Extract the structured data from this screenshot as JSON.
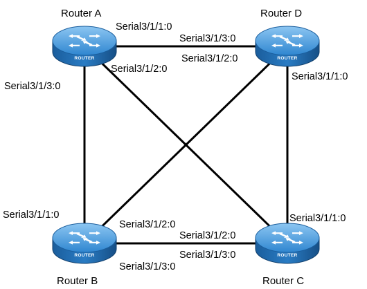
{
  "routers": [
    {
      "id": "a",
      "name": "Router A",
      "icon": "router-icon",
      "badge": "ROUTER"
    },
    {
      "id": "b",
      "name": "Router B",
      "icon": "router-icon",
      "badge": "ROUTER"
    },
    {
      "id": "c",
      "name": "Router C",
      "icon": "router-icon",
      "badge": "ROUTER"
    },
    {
      "id": "d",
      "name": "Router D",
      "icon": "router-icon",
      "badge": "ROUTER"
    }
  ],
  "links": [
    {
      "from": "a",
      "to": "d",
      "from_port": "Serial3/1/1:0",
      "to_port": "Serial3/1/3:0"
    },
    {
      "from": "a",
      "to": "b",
      "from_port": "Serial3/1/3:0",
      "to_port": "Serial3/1/1:0"
    },
    {
      "from": "a",
      "to": "c",
      "from_port": "Serial3/1/2:0",
      "to_port": "Serial3/1/2:0"
    },
    {
      "from": "d",
      "to": "b",
      "from_port": "Serial3/1/2:0",
      "to_port": "Serial3/1/2:0"
    },
    {
      "from": "d",
      "to": "c",
      "from_port": "Serial3/1/1:0",
      "to_port": "Serial3/1/1:0"
    },
    {
      "from": "b",
      "to": "c",
      "from_port": "Serial3/1/3:0",
      "to_port": "Serial3/1/3:0"
    }
  ],
  "colors": {
    "router_body": "#1f6fb5",
    "router_top": "#4f9ee0",
    "router_top_highlight": "#8cc6f2",
    "router_arrow": "#ffffff",
    "link": "#000000"
  }
}
